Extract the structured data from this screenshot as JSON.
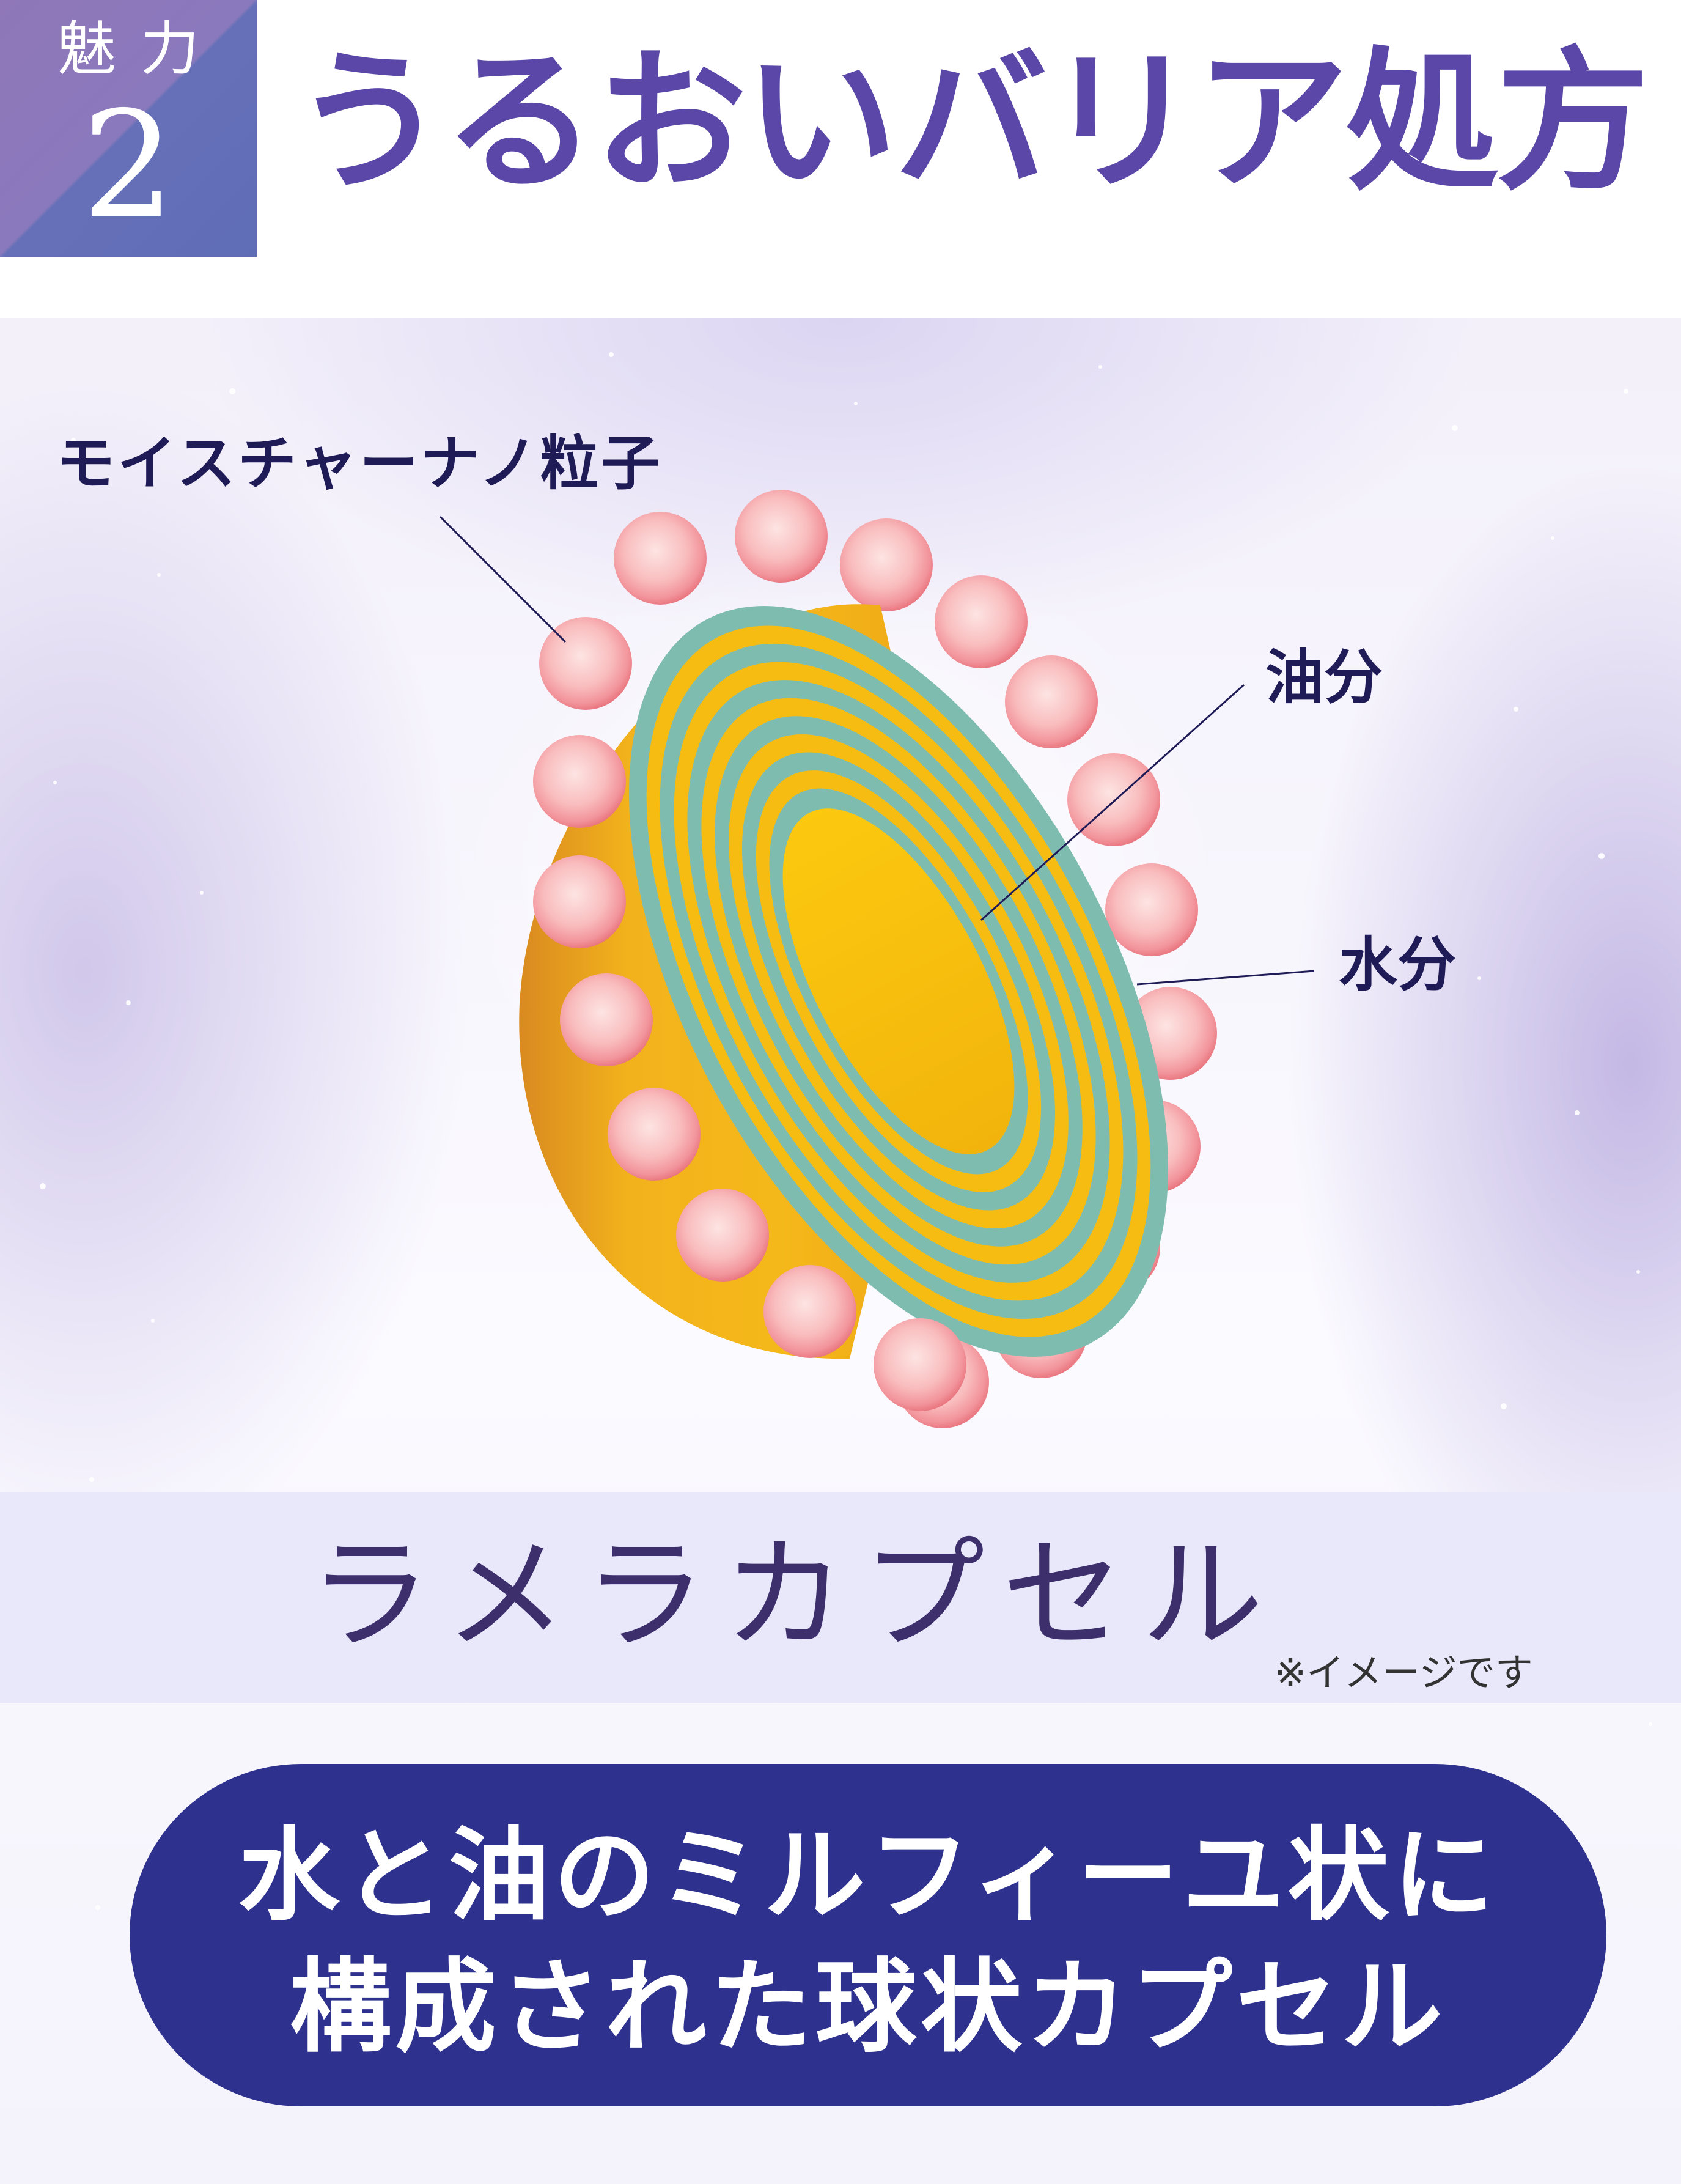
{
  "header": {
    "badge_label": "魅力",
    "badge_number": "2",
    "title": "うるおいバリア処方"
  },
  "diagram": {
    "labels": {
      "particle": "モイスチャーナノ粒子",
      "oil": "油分",
      "water": "水分"
    },
    "colors": {
      "oil": "#fbc30f",
      "water": "#7fbcb0",
      "particle": "#f5a7ae",
      "label_text": "#1f1b57"
    }
  },
  "capsule_band": {
    "name": "ラメラカプセル",
    "note": "※イメージです"
  },
  "summary": {
    "line1": "水と油のミルフィーユ状に",
    "line2": "構成された球状カプセル"
  }
}
